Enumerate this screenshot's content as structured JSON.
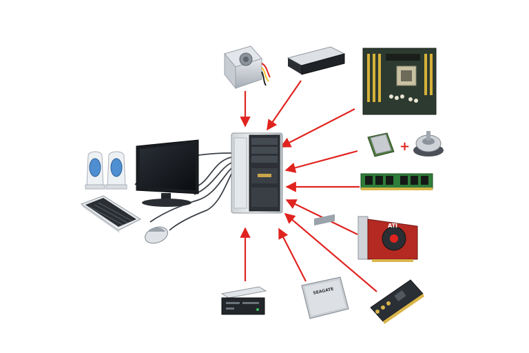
{
  "diagram": {
    "subject": "pc-tower",
    "peripherals": [
      "speakers-icon",
      "monitor-icon",
      "keyboard-icon",
      "mouse-icon"
    ],
    "components": [
      {
        "id": "psu",
        "icon": "power-supply-icon"
      },
      {
        "id": "optical",
        "icon": "optical-drive-icon"
      },
      {
        "id": "mb",
        "icon": "motherboard-icon"
      },
      {
        "id": "cpu",
        "icon": "cpu-icon"
      },
      {
        "id": "ram",
        "icon": "ram-module-icon"
      },
      {
        "id": "gpu",
        "icon": "graphics-card-icon"
      },
      {
        "id": "sound",
        "icon": "sound-card-icon"
      },
      {
        "id": "hdd",
        "icon": "hard-disk-icon"
      },
      {
        "id": "reader",
        "icon": "card-reader-icon"
      }
    ],
    "arrow_color": "#e0231f",
    "plus_sign": "+",
    "hdd_label": "SEAGATE",
    "gpu_label": "ATI"
  }
}
